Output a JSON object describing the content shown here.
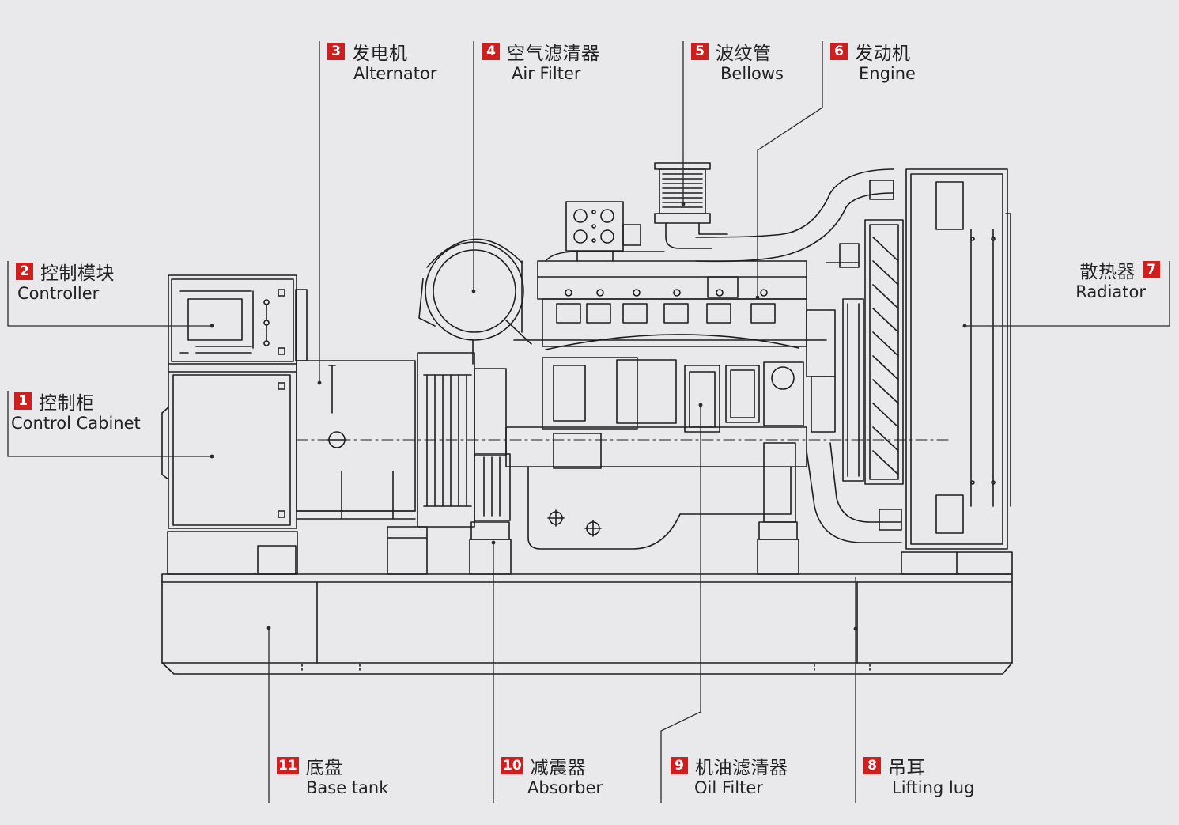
{
  "diagram": {
    "accent_color": "#cc1f1f",
    "line_color": "#1e1e1e",
    "background": "#e9e9eb",
    "callouts": [
      {
        "id": "control-cabinet",
        "num": "1",
        "cn": "控制柜",
        "en": "Control Cabinet"
      },
      {
        "id": "controller",
        "num": "2",
        "cn": "控制模块",
        "en": "Controller"
      },
      {
        "id": "alternator",
        "num": "3",
        "cn": "发电机",
        "en": "Alternator"
      },
      {
        "id": "air-filter",
        "num": "4",
        "cn": "空气滤清器",
        "en": "Air Filter"
      },
      {
        "id": "bellows",
        "num": "5",
        "cn": "波纹管",
        "en": "Bellows"
      },
      {
        "id": "engine",
        "num": "6",
        "cn": "发动机",
        "en": "Engine"
      },
      {
        "id": "radiator",
        "num": "7",
        "cn": "散热器",
        "en": "Radiator"
      },
      {
        "id": "lifting-lug",
        "num": "8",
        "cn": "吊耳",
        "en": "Lifting lug"
      },
      {
        "id": "oil-filter",
        "num": "9",
        "cn": "机油滤清器",
        "en": "Oil Filter"
      },
      {
        "id": "absorber",
        "num": "10",
        "cn": "减震器",
        "en": "Absorber"
      },
      {
        "id": "base-tank",
        "num": "11",
        "cn": "底盘",
        "en": "Base tank"
      }
    ]
  }
}
